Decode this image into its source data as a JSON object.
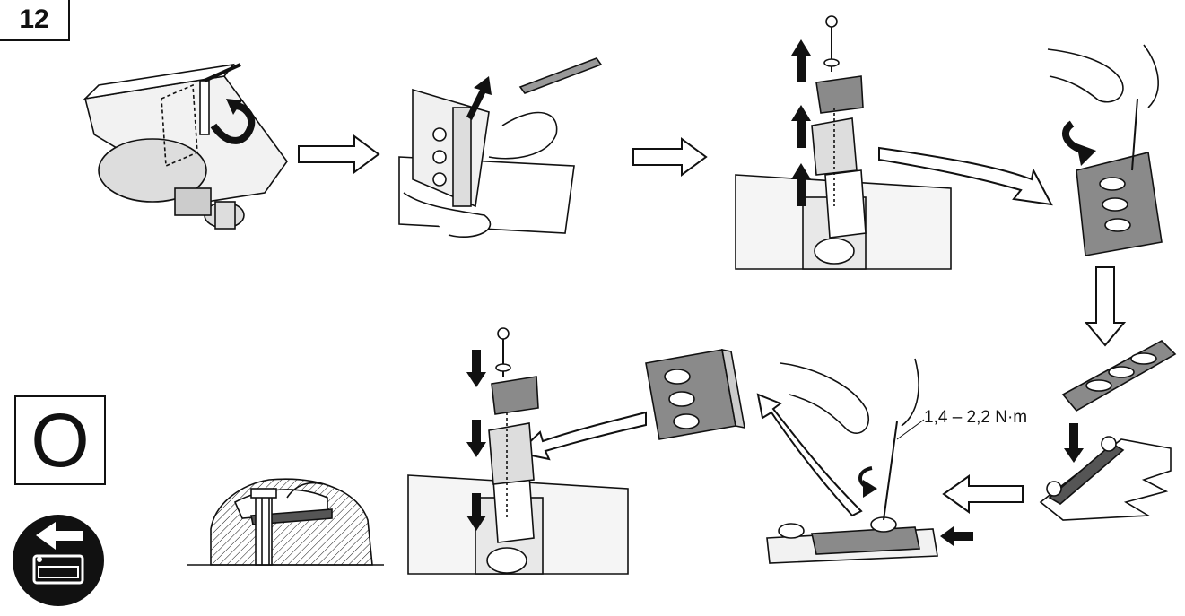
{
  "step_number": "12",
  "mode_symbol": "O",
  "torque_label": "1,4 – 2,2 N·m",
  "icons": {
    "battery_remove": "battery-remove-icon",
    "flow_arrow": "hollow-arrow-icon",
    "direction_arrow": "solid-arrow-icon",
    "rotate_arrow": "rotate-arrow-icon"
  },
  "colors": {
    "line": "#111111",
    "blade_fill": "#8a8a8a",
    "light_fill": "#d9d9d9",
    "background": "#ffffff"
  }
}
